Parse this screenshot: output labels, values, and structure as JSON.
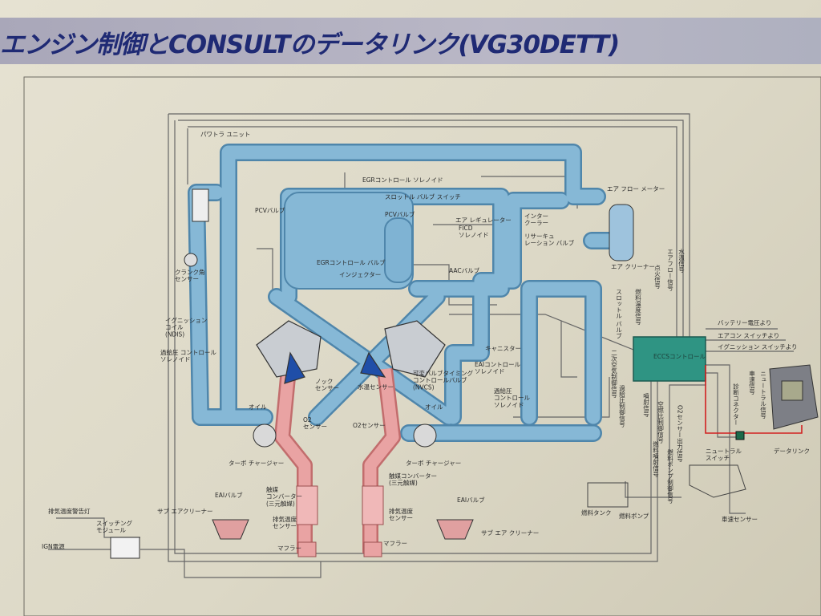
{
  "title": "エンジン制御とCONSULTのデータリンク(VG30DETT)",
  "labels": {
    "power_unit": "パワトラ ユニット",
    "crank_sensor": "クランク角\nセンサー",
    "pcv_valve_left": "PCVバルブ",
    "pcv_valve_right": "PCVバルブ",
    "egr_control_solenoid": "EGRコントロール ソレノイド",
    "throttle_switch": "スロットル バルブ スイッチ",
    "air_regulator": "エア レギュレーター",
    "fico_solenoid": "FICD\nソレノイド",
    "egr_control_valve": "EGRコントロール バルブ",
    "aac_valve": "AACバルブ",
    "injector": "インジェクター",
    "intercooler": "インター\nクーラー",
    "recirc_valve": "リサーキュ\nレーション バルブ",
    "air_flow_meter": "エア フロー メーター",
    "air_cleaner": "エア クリーナー",
    "ignition_coil": "イグニッション\nコイル\n(NDIS)",
    "boost_solenoid_left": "過給圧 コントロール\nソレノイド",
    "knock_sensor": "ノック\nセンサー",
    "water_temp_sensor": "水温センサー",
    "nvcs": "可変バルブタイミング\nコントロールバルブ\n(NVCS)",
    "boost_solenoid_right": "過給圧\nコントロール\nソレノイド",
    "eai_solenoid": "EAIコントロール\nソレノイド",
    "canister": "キャニスター",
    "oil_left": "オイル",
    "oil_right": "オイル",
    "o2_left": "O2\nセンサー",
    "o2_right": "O2センサー",
    "turbo_left": "ターボ チャージャー",
    "turbo_right": "ターボ チャージャー",
    "catalyst_left": "触媒\nコンバーター\n(三元触媒)",
    "catalyst_right": "触媒コンバーター\n(三元触媒)",
    "exhaust_temp_left": "排気温度\nセンサー",
    "exhaust_temp_right": "排気温度\nセンサー",
    "muffler_left": "マフラー",
    "muffler_right": "マフラー",
    "sub_air_cleaner_left": "サブ エアクリーナー",
    "eai_valve_left": "EAIバルブ",
    "eai_valve_right": "EAIバルブ",
    "sub_air_cleaner_right": "サブ エア クリーナー",
    "exhaust_warning_lamp": "排気温度警告灯",
    "switching_module": "スイッチング\nモジュール",
    "ign_power": "IGN電源",
    "fuel_tank": "燃料タンク",
    "fuel_pump": "燃料ポンプ",
    "ecu": "ECCSコントロール",
    "battery_voltage": "バッテリー電圧より",
    "aircon_switch": "エアコン スイッチより",
    "ignition_switch": "イグニッション スイッチより",
    "datalink": "データリンク",
    "neutral_switch": "ニュートラル\nスイッチ",
    "vehicle_speed_sensor": "車速センサー",
    "diagnostic_connector": "診断コネクター",
    "sig_1": "スロットル バルブ",
    "sig_2": "燃料温度信号",
    "sig_3": "二次空気制御信号",
    "sig_4": "過給圧制御信号",
    "sig_5": "噴射信号",
    "sig_6": "燃料噴射信号",
    "sig_7": "燃料ポンプ制御信号",
    "sig_8": "空燃比制御信号",
    "sig_9": "O2センサー出力信号",
    "sig_10": "車速信号",
    "sig_11": "ニュートラル信号",
    "sig_12": "点火信号",
    "sig_13": "エアフロー信号",
    "sig_14": "水温信号"
  },
  "colors": {
    "intake_pipe": "#7fb3d3",
    "intake_pipe_edge": "#4f86ab",
    "exhaust_pipe": "#e9a3a3",
    "exhaust_pipe_edge": "#c26d6d",
    "ecu_fill": "#2f9483",
    "signal_line": "#555555",
    "datalink_line": "#d12020",
    "title_text": "#1f2a74",
    "title_band": "#b3b2c3"
  }
}
